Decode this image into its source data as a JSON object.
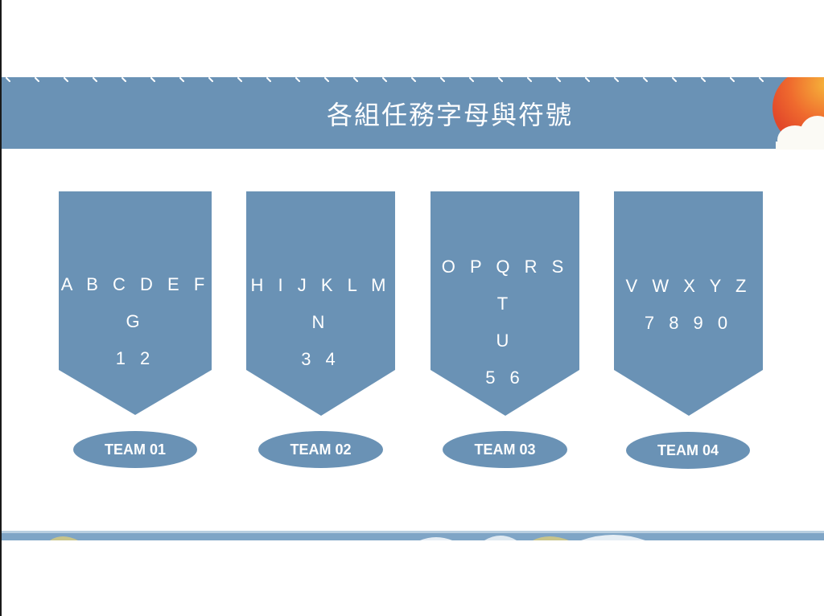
{
  "slide": {
    "title": "各組任務字母與符號",
    "accent_color": "#6a92b5"
  },
  "teams": [
    {
      "lines": [
        "A B C D E F G",
        "1 2"
      ],
      "label": "TEAM 01"
    },
    {
      "lines": [
        "H I J K L M N",
        "3 4"
      ],
      "label": "TEAM 02"
    },
    {
      "lines": [
        "O P Q R S T",
        "U",
        "5 6"
      ],
      "label": "TEAM 03"
    },
    {
      "lines": [
        "V W X Y Z",
        "7 8 9 0"
      ],
      "label": "TEAM 04"
    }
  ]
}
